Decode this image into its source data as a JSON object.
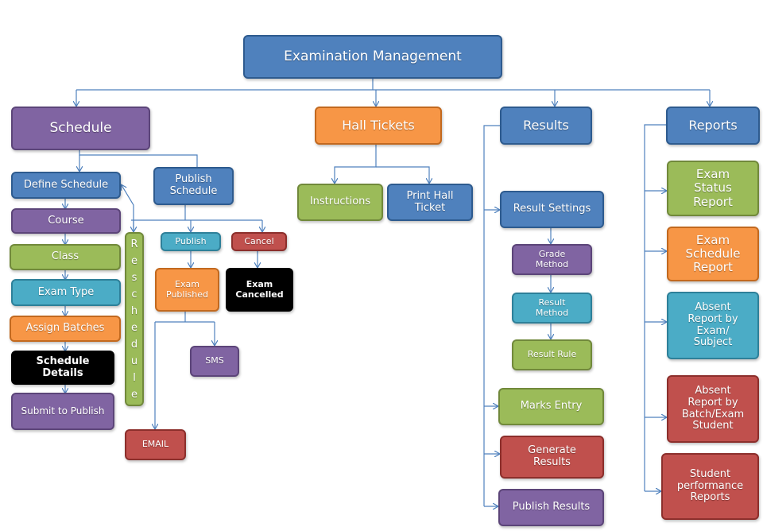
{
  "root": {
    "title": "Examination Management"
  },
  "branches": {
    "schedule": "Schedule",
    "hall_tickets": "Hall Tickets",
    "results": "Results",
    "reports": "Reports"
  },
  "schedule": {
    "define_schedule": "Define Schedule",
    "publish_schedule": "Publish\nSchedule",
    "course": "Course",
    "class": "Class",
    "exam_type": "Exam Type",
    "assign_batches": "Assign Batches",
    "schedule_details": "Schedule\nDetails",
    "submit_to_publish": "Submit to Publish",
    "reschedule": "Reschedule",
    "publish": "Publish",
    "cancel": "Cancel",
    "exam_published": "Exam\nPublished",
    "exam_cancelled": "Exam\nCancelled",
    "sms": "SMS",
    "email": "EMAIL"
  },
  "hall_tickets": {
    "instructions": "Instructions",
    "print_hall_ticket": "Print Hall\nTicket"
  },
  "results": {
    "result_settings": "Result Settings",
    "grade_method": "Grade\nMethod",
    "result_method": "Result\nMethod",
    "result_rule": "Result Rule",
    "marks_entry": "Marks  Entry",
    "generate_results": "Generate\nResults",
    "publish_results": "Publish Results"
  },
  "reports": {
    "exam_status_report": "Exam\nStatus\nReport",
    "exam_schedule_report": "Exam\nSchedule\nReport",
    "absent_report_exam_subject": "Absent\nReport  by\nExam/\nSubject",
    "absent_report_batch_exam_student": "Absent\nReport by\nBatch/Exam\nStudent",
    "student_performance_reports": "Student\nperformance\nReports"
  },
  "colors": {
    "blue": "#4f81bd",
    "purple": "#8064a2",
    "orange": "#f79646",
    "green": "#9bbb59",
    "aqua": "#4bacc6",
    "red": "#c0504d",
    "black": "#000000",
    "connector": "#4f81bd"
  }
}
